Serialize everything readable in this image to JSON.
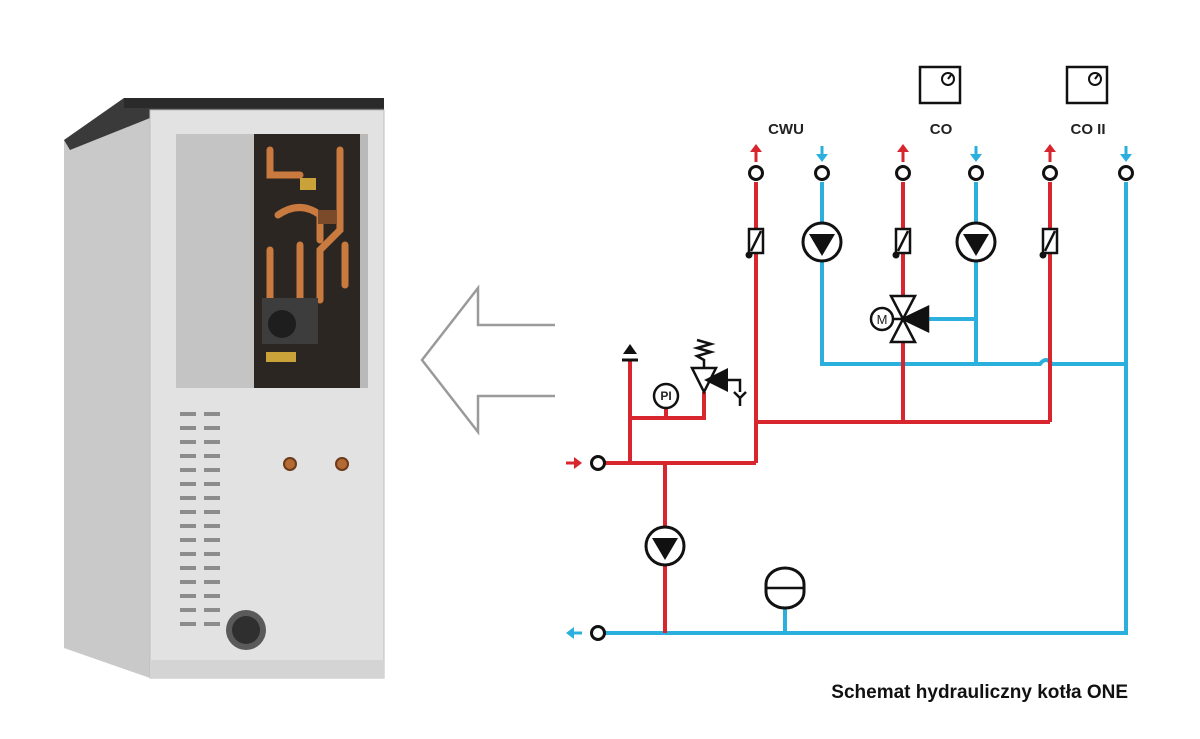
{
  "caption": "Schemat hydrauliczny kotła ONE",
  "circuits": {
    "cwu": "CWU",
    "co": "CO",
    "co2": "CO II"
  },
  "gauge_label": "PI",
  "motor_label": "M",
  "colors": {
    "supply": "#d7262e",
    "return": "#2bb0de",
    "symbol": "#111111",
    "arrow_outline": "#9a9a9a",
    "boiler_body": "#dcdcdc",
    "boiler_top": "#2e2e2e"
  },
  "icons": [
    "room-thermostat-icon",
    "pump-icon",
    "check-valve-icon",
    "three-way-mixing-valve-icon",
    "safety-valve-icon",
    "pressure-gauge-icon",
    "expansion-vessel-icon",
    "air-vent-icon",
    "flow-direction-arrow-icon"
  ]
}
